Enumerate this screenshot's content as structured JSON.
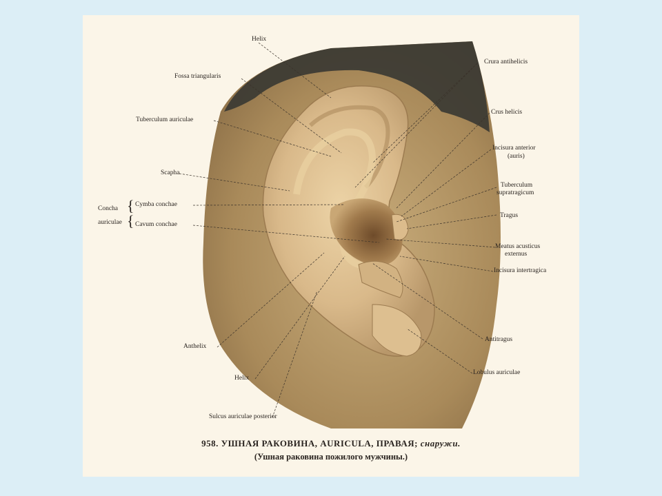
{
  "labels": {
    "helix_top": "Helix",
    "crura_antihelicis": "Crura antihelicis",
    "fossa_triangularis": "Fossa triangularis",
    "crus_helicis": "Crus helicis",
    "tuberculum_auriculae": "Tuberculum auriculae",
    "incisura_anterior_1": "Incisura anterior",
    "incisura_anterior_2": "(auris)",
    "scapha": "Scapha",
    "tuberculum_supratragicum_1": "Tuberculum",
    "tuberculum_supratragicum_2": "supratragicum",
    "concha": "Concha",
    "auriculae": "auriculae",
    "cymba_conchae": "Cymba conchae",
    "cavum_conchae": "Cavum conchae",
    "tragus": "Tragus",
    "meatus_1": "Meatus acusticus",
    "meatus_2": "externus",
    "incisura_intertragica": "Incisura intertragica",
    "antitragus": "Antitragus",
    "anthelix": "Anthelix",
    "lobulus_auriculae": "Lobulus auriculae",
    "helix_bottom": "Helix",
    "sulcus_auriculae_posterior": "Sulcus auriculae posterior"
  },
  "caption": {
    "line1_main": "958. УШНАЯ РАКОВИНА, AURICULA, ПРАВАЯ;",
    "line1_italic": "снаружи.",
    "line2": "(Ушная раковина пожилого мужчины.)"
  },
  "colors": {
    "background": "#dceef6",
    "paper": "#fbf5e8",
    "skin": "#b99a6a",
    "hair": "#3b3a33",
    "ear": "#d9b98a"
  }
}
